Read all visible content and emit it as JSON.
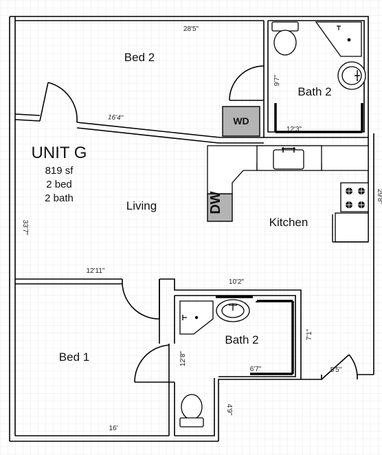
{
  "unit": {
    "name": "UNIT G",
    "area": "819 sf",
    "beds": "2 bed",
    "baths": "2 bath"
  },
  "rooms": {
    "bed2": "Bed 2",
    "bed1": "Bed 1",
    "living": "Living",
    "kitchen": "Kitchen",
    "bath_upper": "Bath 2",
    "bath_lower": "Bath 2"
  },
  "appliances": {
    "washer_dryer": "WD",
    "dishwasher": "DW"
  },
  "dimensions": {
    "top_width": "28'5\"",
    "bed2_wall": "16'4\"",
    "upper_bath_height": "9'7\"",
    "upper_bath_width": "12'3\"",
    "right_edge": "29'8\"",
    "left_height": "33'7\"",
    "bed1_width": "12'11\"",
    "lower_bath_width": "10'2\"",
    "lower_bath_right": "7'1\"",
    "lower_bath_height": "12'8\"",
    "lower_bath_inner": "6'7\"",
    "entry": "5'5\"",
    "closet": "4'9\"",
    "bed1_bottom": "16'"
  },
  "colors": {
    "grid": "#e3e3e3",
    "wall": "#000000",
    "appliance": "#b4b4b4",
    "background": "#ffffff"
  }
}
